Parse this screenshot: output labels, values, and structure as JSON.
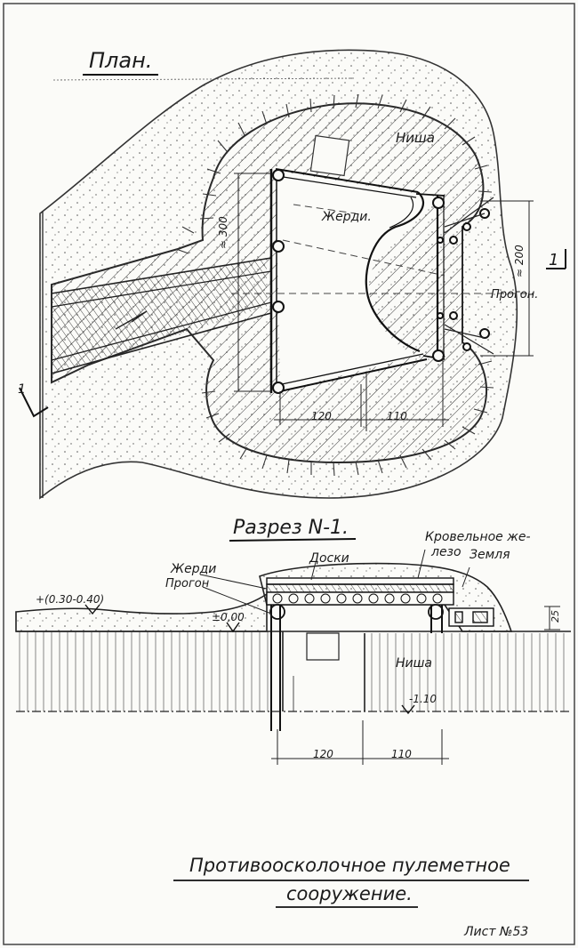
{
  "plan": {
    "title": "План.",
    "labels": {
      "niche": "Ниша",
      "poles": "Жерди.",
      "purlin": "Прогон.",
      "dim_300": "≈ 300",
      "dim_200": "≈ 200",
      "dim_120": "120",
      "dim_110": "110",
      "section_mark": "1",
      "north_mark": "1"
    }
  },
  "section": {
    "title": "Разрез N-1.",
    "labels": {
      "roof_iron_1": "Кровельное же-",
      "roof_iron_2": "лезо",
      "boards": "Доски",
      "earth": "Земля",
      "poles": "Жерди",
      "purlin": "Прогон",
      "niche": "Ниша",
      "elev_ground": "+(0.30-0.40)",
      "elev_zero": "±0,00",
      "elev_bottom": "-1.10",
      "dim_120": "120",
      "dim_110": "110",
      "dim_25": "25"
    }
  },
  "title": {
    "line1": "Противоосколочное пулеметное",
    "line2": "сооружение."
  },
  "sheet_number": "Лист №53",
  "colors": {
    "ink": "#1b1b1b",
    "paper": "#fbfbf8"
  }
}
